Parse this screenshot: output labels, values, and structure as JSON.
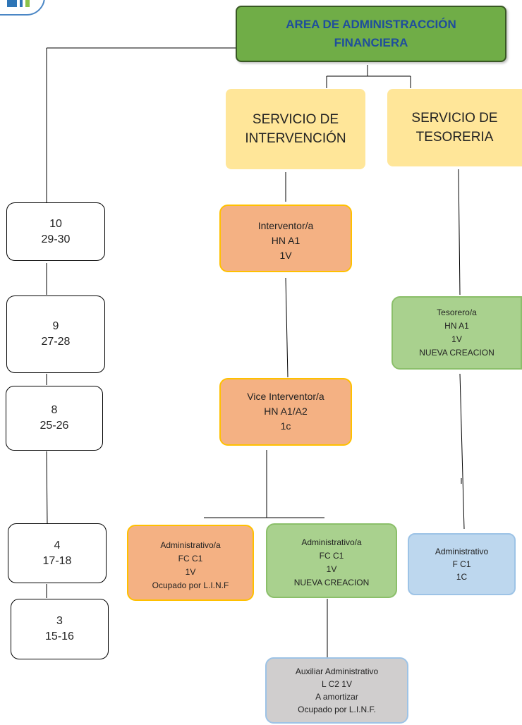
{
  "top": {
    "line1": "AREA DE ADMINISTRACCIÓN",
    "line2": "FINANCIERA"
  },
  "services": {
    "intervencion": {
      "line1": "SERVICIO DE",
      "line2": "INTERVENCIÓN"
    },
    "tesoreria": {
      "line1": "SERVICIO DE",
      "line2": "TESORERIA"
    }
  },
  "positions": {
    "interventor": [
      "Interventor/a",
      "HN A1",
      "1V"
    ],
    "vice_interventor": [
      "Vice Interventor/a",
      "HN A1/A2",
      "1c"
    ],
    "tesorero": [
      "Tesorero/a",
      "HN A1",
      "1V",
      "NUEVA CREACION"
    ],
    "administrativo_orange": [
      "Administrativo/a",
      "FC C1",
      "1V",
      "Ocupado por L.I.N.F"
    ],
    "administrativo_green": [
      "Administrativo/a",
      "FC C1",
      "1V",
      "NUEVA CREACION"
    ],
    "administrativo_blue": [
      "Administrativo",
      "F C1",
      "1C"
    ],
    "auxiliar": [
      "Auxiliar Administrativo",
      "L C2  1V",
      "A amortizar",
      "Ocupado por L.I.N.F."
    ]
  },
  "levels": [
    {
      "level": "10",
      "range": "29-30"
    },
    {
      "level": "9",
      "range": "27-28"
    },
    {
      "level": "8",
      "range": "25-26"
    },
    {
      "level": "4",
      "range": "17-18"
    },
    {
      "level": "3",
      "range": "15-16"
    }
  ],
  "colors": {
    "top_fill": "#70ad47",
    "top_text": "#1f4e9c",
    "service_fill": "#ffe699",
    "orange_fill": "#f4b183",
    "orange_border": "#ffc000",
    "green_fill": "#a9d18e",
    "blue_fill": "#bdd7ee",
    "grey_fill": "#d0cece"
  }
}
